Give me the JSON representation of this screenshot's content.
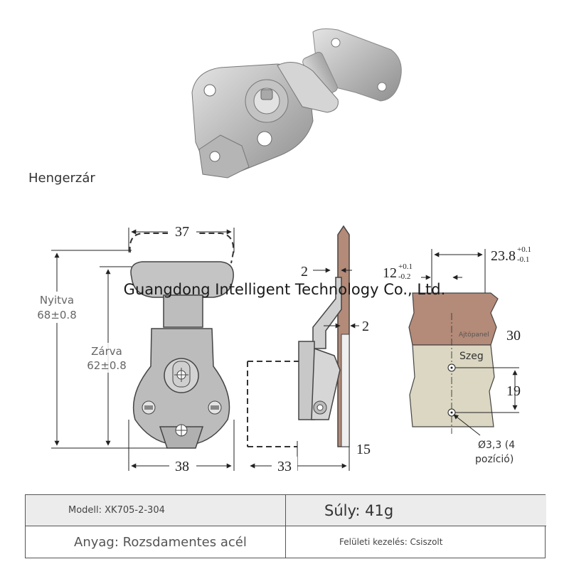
{
  "product_label": "Hengerzár",
  "watermark": "Guangdong Intelligent Technology Co., Ltd.",
  "front_view": {
    "width_top": "37",
    "width_bottom": "38",
    "open_label": "Nyitva",
    "open_value": "68±0.8",
    "closed_label": "Zárva",
    "closed_value": "62±0.8"
  },
  "side_view": {
    "dim_top": "2",
    "dim_right": "2",
    "dim_bottom": "33",
    "dim_corner": "15"
  },
  "mount_view": {
    "dim_12": "12",
    "tol_12_upper": "+0.1",
    "tol_12_lower": "-0.2",
    "dim_238": "23.8",
    "tol_238_upper": "+0.1",
    "tol_238_lower": "-0.1",
    "panel_label": "Ajtópanel",
    "frame_label": "Szeg",
    "dim_30": "30",
    "dim_19": "19",
    "hole_label_1": "Ø3,3 (4",
    "hole_label_2": "pozíció)"
  },
  "specs": {
    "model": "Modell: XK705-2-304",
    "weight": "Súly: 41g",
    "material": "Anyag: Rozsdamentes acél",
    "finish": "Felületi kezelés: Csiszolt"
  },
  "colors": {
    "panel": "#b48a78",
    "frame": "#dcd7c2",
    "metal": "#c9c9c9"
  }
}
